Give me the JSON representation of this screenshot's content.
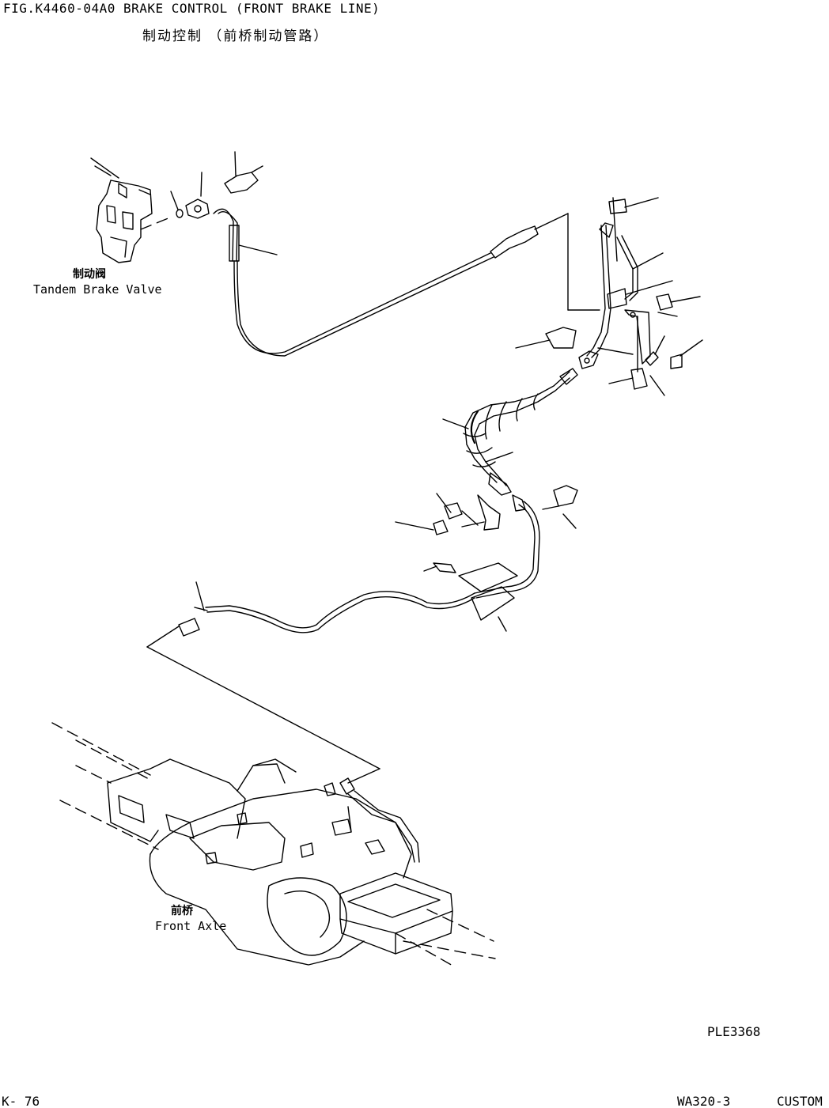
{
  "header": {
    "title_en": "FIG.K4460-04A0  BRAKE CONTROL (FRONT BRAKE LINE)",
    "title_cn": "制动控制 （前桥制动管路）"
  },
  "labels": {
    "valve_cn": "制动阀",
    "valve_en": "Tandem Brake Valve",
    "axle_cn": "前桥",
    "axle_en": "Front Axle"
  },
  "footer": {
    "drawing_code": "PLE3368",
    "page_number": "K- 76",
    "model": "WA320-3",
    "tag": "CUSTOM"
  }
}
